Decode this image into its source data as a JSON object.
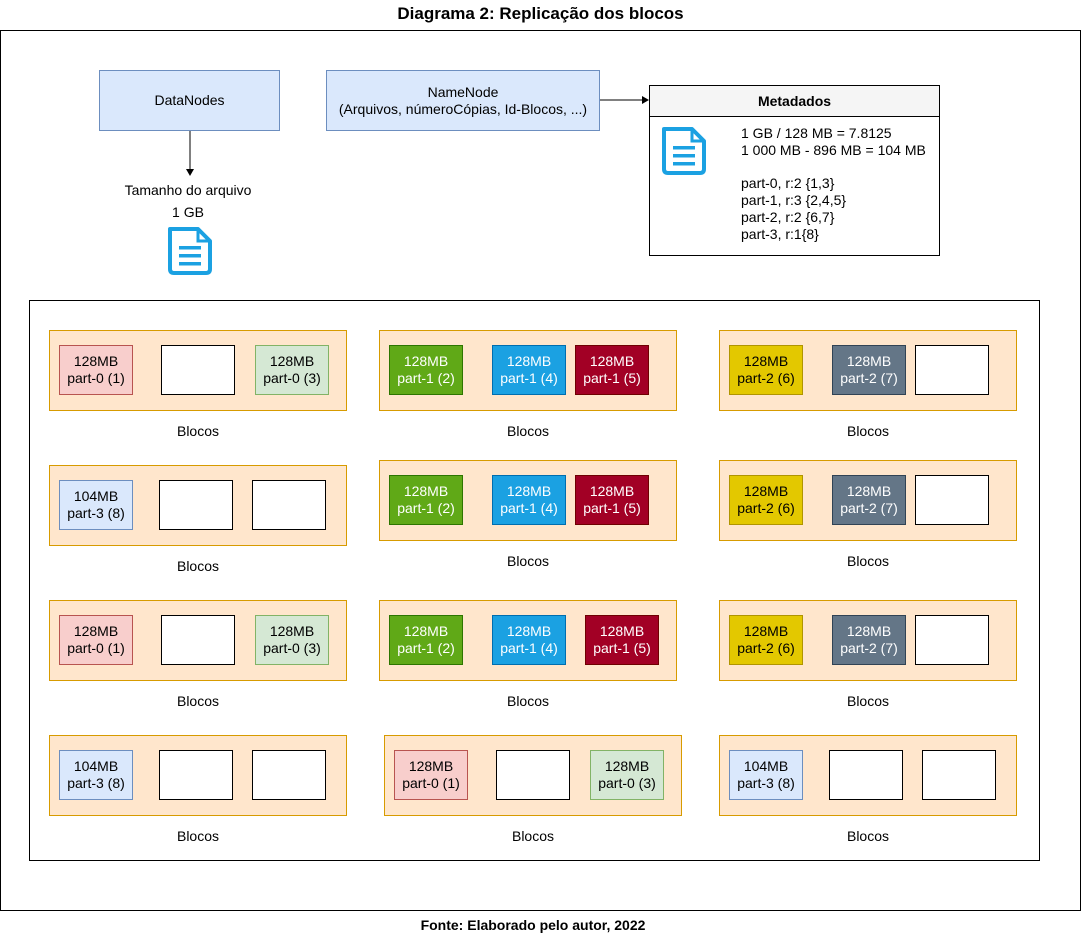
{
  "title": "Diagrama 2: Replicação dos blocos",
  "footer": "Fonte: Elaborado pelo autor, 2022",
  "datanodes": {
    "label": "DataNodes"
  },
  "file": {
    "caption": "Tamanho do arquivo",
    "size": "1 GB",
    "icon": "document-icon"
  },
  "namenode": {
    "line1": "NameNode",
    "line2": "(Arquivos, númeroCópias, Id-Blocos, ...)"
  },
  "metadata": {
    "header": "Metadados",
    "icon": "document-icon",
    "calc": [
      "1 GB / 128 MB = 7.8125",
      "1 000 MB - 896 MB = 104 MB"
    ],
    "parts": [
      "part-0, r:2 {1,3}",
      "part-1, r:3 {2,4,5}",
      "part-2, r:2 {6,7}",
      "part-3, r:1{8}"
    ]
  },
  "node_label": "Blocos",
  "colors": {
    "datanode_fill": "#ffe6cc",
    "datanode_border": "#d79b00",
    "red": "#f8cecc",
    "light_green": "#d5e8d4",
    "green": "#60a917",
    "blue": "#1ba1e2",
    "crimson": "#a20025",
    "yellow": "#e3c800",
    "slate": "#647687",
    "light_blue": "#dae8fc",
    "icon": "#1ba1e2"
  },
  "datanode_rows": [
    [
      {
        "label": "Blocos",
        "blocks": [
          {
            "size": "128MB",
            "part": "part-0 (1)",
            "color": "red"
          },
          {
            "empty": true
          },
          {
            "size": "128MB",
            "part": "part-0 (3)",
            "color": "light_green"
          }
        ]
      },
      {
        "label": "Blocos",
        "blocks": [
          {
            "size": "128MB",
            "part": "part-1 (2)",
            "color": "green"
          },
          {
            "size": "128MB",
            "part": "part-1 (4)",
            "color": "blue"
          },
          {
            "size": "128MB",
            "part": "part-1 (5)",
            "color": "crimson"
          }
        ]
      },
      {
        "label": "Blocos",
        "blocks": [
          {
            "size": "128MB",
            "part": "part-2 (6)",
            "color": "yellow"
          },
          {
            "size": "128MB",
            "part": "part-2 (7)",
            "color": "slate"
          },
          {
            "empty": true
          }
        ]
      }
    ],
    [
      {
        "label": "Blocos",
        "blocks": [
          {
            "size": "104MB",
            "part": "part-3 (8)",
            "color": "light_blue"
          },
          {
            "empty": true
          },
          {
            "empty": true
          }
        ]
      },
      {
        "label": "Blocos",
        "blocks": [
          {
            "size": "128MB",
            "part": "part-1 (2)",
            "color": "green"
          },
          {
            "size": "128MB",
            "part": "part-1 (4)",
            "color": "blue"
          },
          {
            "size": "128MB",
            "part": "part-1 (5)",
            "color": "crimson"
          }
        ]
      },
      {
        "label": "Blocos",
        "blocks": [
          {
            "size": "128MB",
            "part": "part-2 (6)",
            "color": "yellow"
          },
          {
            "size": "128MB",
            "part": "part-2 (7)",
            "color": "slate"
          },
          {
            "empty": true
          }
        ]
      }
    ],
    [
      {
        "label": "Blocos",
        "blocks": [
          {
            "size": "128MB",
            "part": "part-0 (1)",
            "color": "red"
          },
          {
            "empty": true
          },
          {
            "size": "128MB",
            "part": "part-0 (3)",
            "color": "light_green"
          }
        ]
      },
      {
        "label": "Blocos",
        "blocks": [
          {
            "size": "128MB",
            "part": "part-1 (2)",
            "color": "green"
          },
          {
            "size": "128MB",
            "part": "part-1 (4)",
            "color": "blue"
          },
          {
            "size": "128MB",
            "part": "part-1 (5)",
            "color": "crimson"
          }
        ]
      },
      {
        "label": "Blocos",
        "blocks": [
          {
            "size": "128MB",
            "part": "part-2 (6)",
            "color": "yellow"
          },
          {
            "size": "128MB",
            "part": "part-2 (7)",
            "color": "slate"
          },
          {
            "empty": true
          }
        ]
      }
    ],
    [
      {
        "label": "Blocos",
        "blocks": [
          {
            "size": "104MB",
            "part": "part-3 (8)",
            "color": "light_blue"
          },
          {
            "empty": true
          },
          {
            "empty": true
          }
        ]
      },
      {
        "label": "Blocos",
        "blocks": [
          {
            "size": "128MB",
            "part": "part-0 (1)",
            "color": "red"
          },
          {
            "empty": true
          },
          {
            "size": "128MB",
            "part": "part-0 (3)",
            "color": "light_green"
          }
        ]
      },
      {
        "label": "Blocos",
        "blocks": [
          {
            "size": "104MB",
            "part": "part-3 (8)",
            "color": "light_blue"
          },
          {
            "empty": true
          },
          {
            "empty": true
          }
        ]
      }
    ]
  ]
}
